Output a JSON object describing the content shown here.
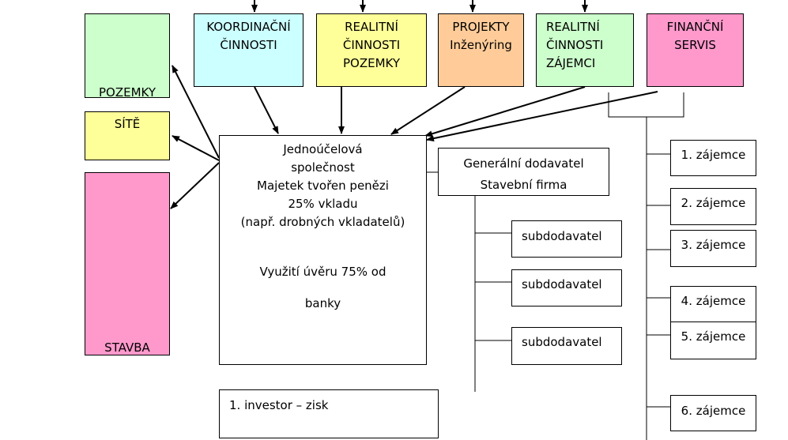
{
  "left_blocks": {
    "pozemky": "POZEMKY",
    "site": "SÍTĚ",
    "stavba": "STAVBA"
  },
  "top_blocks": {
    "koordinacni": [
      "KOORDINAČNÍ",
      "ČINNOSTI"
    ],
    "realitni_pozemky": [
      "REALITNÍ",
      "ČINNOSTI",
      "POZEMKY"
    ],
    "projekty": [
      "PROJEKTY",
      "Inženýring"
    ],
    "realitni_zajemci": [
      "REALITNÍ",
      "ČINNOSTI",
      "ZÁJEMCI"
    ],
    "financni": [
      "FINANČNÍ",
      "SERVIS"
    ]
  },
  "center_block": {
    "lines": [
      "Jednoúčelová",
      "společnost",
      "Majetek tvořen penězi",
      "25% vkladu",
      "(např. drobných vkladatelů)"
    ],
    "loan_line1": "Využití úvěru 75% od",
    "loan_line2": "banky"
  },
  "general_contractor": {
    "line1": "Generální dodavatel",
    "line2": "Stavební firma"
  },
  "subcontractors": [
    "subdodavatel",
    "subdodavatel",
    "subdodavatel"
  ],
  "investor": "1. investor – zisk",
  "interested": [
    "1. zájemce",
    "2. zájemce",
    "3. zájemce",
    "4. zájemce",
    "5. zájemce",
    "6. zájemce"
  ],
  "colors": {
    "pozemky": "#ccffcc",
    "site": "#ffff99",
    "stavba": "#ff99cc",
    "koordinacni": "#ccffff",
    "realitni_pozemky": "#ffff99",
    "projekty": "#ffcc99",
    "realitni_zajemci": "#ccffcc",
    "financni": "#ff99cc"
  }
}
